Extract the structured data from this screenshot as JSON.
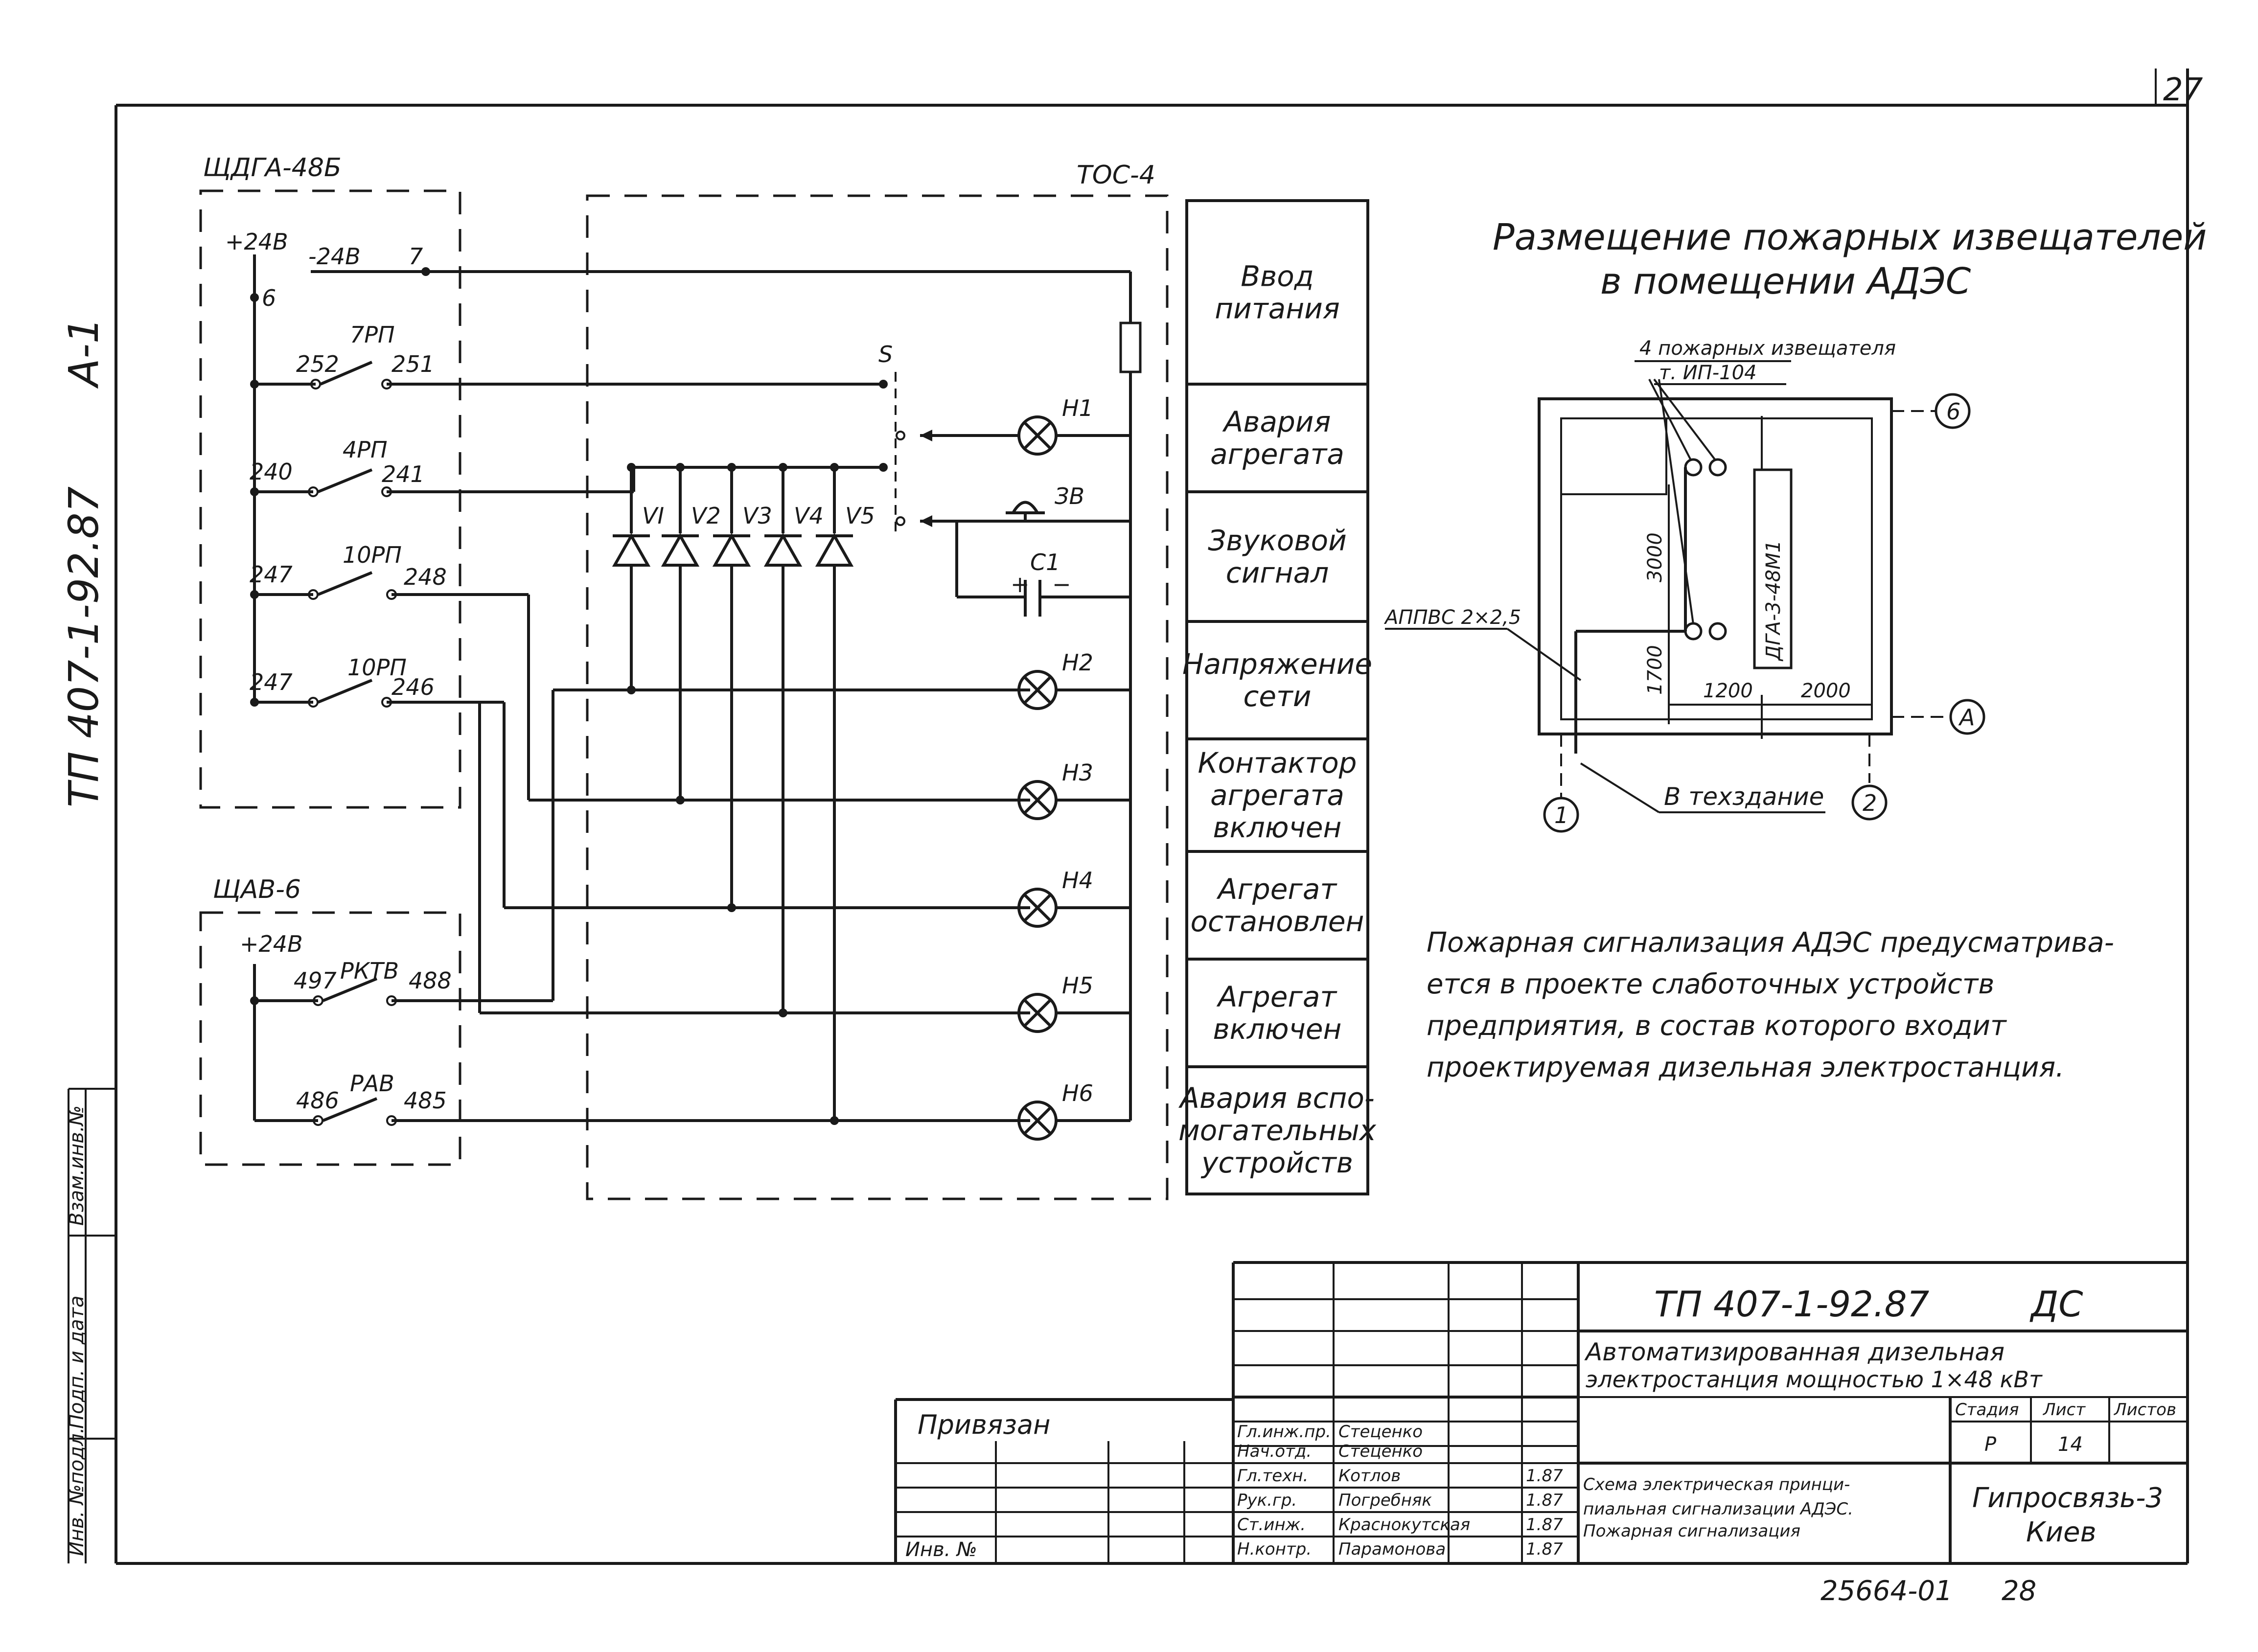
{
  "sheet": {
    "page_number": "27",
    "side_code": "А-1",
    "side_doc": "ТП 407-1-92.87",
    "stamp_labels": [
      "Инв. №подл.",
      "Подп. и дата",
      "Взам.инв.№"
    ]
  },
  "panels": {
    "shga": "ЩДГА-48Б",
    "shav": "ЩАВ-6",
    "tos": "ТОС-4"
  },
  "shga_labels": {
    "plus24": "+24В",
    "minus24": "-24В",
    "t7": "7",
    "t6": "6",
    "c252": "252",
    "rp7": "7РП",
    "c251": "251",
    "c240": "240",
    "rp4": "4РП",
    "c241": "241",
    "c247": "247",
    "rp10a": "10РП",
    "c248": "248",
    "c247b": "247",
    "rp10b": "10РП",
    "c246": "246"
  },
  "shav_labels": {
    "plus24": "+24В",
    "c497": "497",
    "pktb": "РКТВ",
    "c488": "488",
    "c486": "486",
    "pab": "РАВ",
    "c485": "485"
  },
  "tos_labels": {
    "s": "S",
    "zv": "ЗВ",
    "c1": "С1",
    "plus": "+",
    "minus": "−",
    "diodes": [
      "VI",
      "V2",
      "V3",
      "V4",
      "V5"
    ],
    "lamps": [
      "Н1",
      "Н2",
      "Н3",
      "Н4",
      "Н5",
      "Н6"
    ]
  },
  "legend": [
    [
      "Ввод",
      "питания"
    ],
    [
      "Авария",
      "агрегата"
    ],
    [
      "Звуковой",
      "сигнал"
    ],
    [
      "Напряжение",
      "сети"
    ],
    [
      "Контактор",
      "агрегата",
      "включен"
    ],
    [
      "Агрегат",
      "остановлен"
    ],
    [
      "Агрегат",
      "включен"
    ],
    [
      "Авария вспо-",
      "могательных",
      "устройств"
    ]
  ],
  "placement": {
    "title_line1": "Размещение пожарных извещателей",
    "title_line2": "в помещении АДЭС",
    "detector_note_line1": "4 пожарных извещателя",
    "detector_note_line2": "т. ИП-104",
    "cable": "АППВС 2×2,5",
    "unit": "ДГА-3-48М1",
    "dim_3000": "3000",
    "dim_1700": "1700",
    "dim_1200": "1200",
    "dim_2000": "2000",
    "axis_6": "6",
    "axis_a": "А",
    "axis_1": "1",
    "axis_2": "2",
    "to_building": "В техздание"
  },
  "note": [
    "Пожарная сигнализация АДЭС предусматрива-",
    "ется в проекте слаботочных устройств",
    "предприятия, в состав которого входит",
    "проектируемая дизельная электростанция."
  ],
  "title_block": {
    "doc_code": "ТП 407-1-92.87",
    "doc_type": "ДС",
    "project_line1": "Автоматизированная дизельная",
    "project_line2": "электростанция мощностью 1×48 кВт",
    "stage_hdr": "Стадия",
    "sheet_hdr": "Лист",
    "sheets_hdr": "Листов",
    "stage": "Р",
    "sheet": "14",
    "roles": [
      "Гл.инж.пр.",
      "Нач.отд.",
      "Гл.техн.",
      "Рук.гр.",
      "Ст.инж.",
      "Н.контр."
    ],
    "names": [
      "Стеценко",
      "Стеценко",
      "Котлов",
      "Погребняк",
      "Краснокутская",
      "Парамонова"
    ],
    "dates": [
      "",
      "",
      "1.87",
      "1.87",
      "1.87",
      "1.87"
    ],
    "drawing_line1": "Схема электрическая принци-",
    "drawing_line2": "пиальная сигнализации АДЭС.",
    "drawing_line3": "Пожарная сигнализация",
    "org_line1": "Гипросвязь-3",
    "org_line2": "Киев",
    "privyazan": "Привязан",
    "inv_no": "Инв. №",
    "bottom_code": "25664-01",
    "bottom_num": "28"
  }
}
